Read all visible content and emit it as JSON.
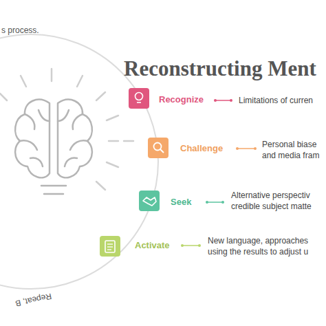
{
  "diagram": {
    "title": "Reconstructing Ment",
    "labels": [
      "s process.",
      "Recognize",
      "Limitations of curren",
      "Challenge",
      "Personal biase and media fram",
      "Seek",
      "Alternative perspectiv credible subject matte",
      "Activate",
      "New language, approaches using the results to adjust u",
      "Repeat, B"
    ]
  }
}
